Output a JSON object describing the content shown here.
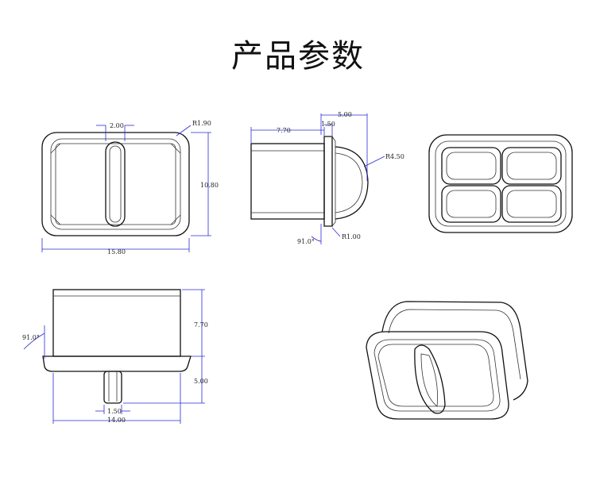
{
  "header": {
    "title": "产品参数"
  },
  "dimensions": {
    "front_slot_width": "2.00",
    "front_radius": "R1.90",
    "front_height": "10.80",
    "front_width": "15.80",
    "side_body": "7.70",
    "side_flange": "1.50",
    "side_cap": "5.00",
    "side_radius_cap": "R4.50",
    "side_radius_small": "R1.00",
    "side_angle": "91.0°",
    "bottom_height": "7.70",
    "bottom_angle": "91.0°",
    "bottom_stem_height": "5.00",
    "bottom_stem_width": "1.50",
    "bottom_width": "14.00"
  }
}
